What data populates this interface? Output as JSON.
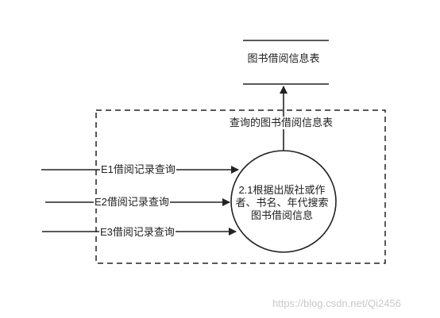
{
  "data_store": {
    "label": "图书借阅信息表"
  },
  "process": {
    "label": "2.1根据出版社或作者、书名、年代搜索图书借阅信息"
  },
  "flows": {
    "output": "查询的图书借阅信息表",
    "inputs": [
      "E1借阅记录查询",
      "E2借阅记录查询",
      "E3借阅记录查询"
    ]
  },
  "watermark": "https://blog.csdn.net/Qi2456"
}
